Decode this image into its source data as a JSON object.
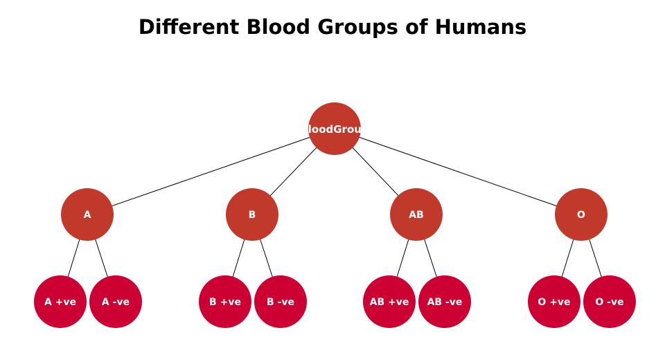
{
  "title": "Different Blood Groups of Humans",
  "colors": {
    "inner": "#c0392b",
    "leaf": "#cc0033",
    "edge": "#000000"
  },
  "root": {
    "label": "BloodGroup"
  },
  "groups": [
    {
      "label": "A",
      "children": [
        "A +ve",
        "A -ve"
      ]
    },
    {
      "label": "B",
      "children": [
        "B +ve",
        "B -ve"
      ]
    },
    {
      "label": "AB",
      "children": [
        "AB +ve",
        "AB -ve"
      ]
    },
    {
      "label": "O",
      "children": [
        "O +ve",
        "O -ve"
      ]
    }
  ]
}
